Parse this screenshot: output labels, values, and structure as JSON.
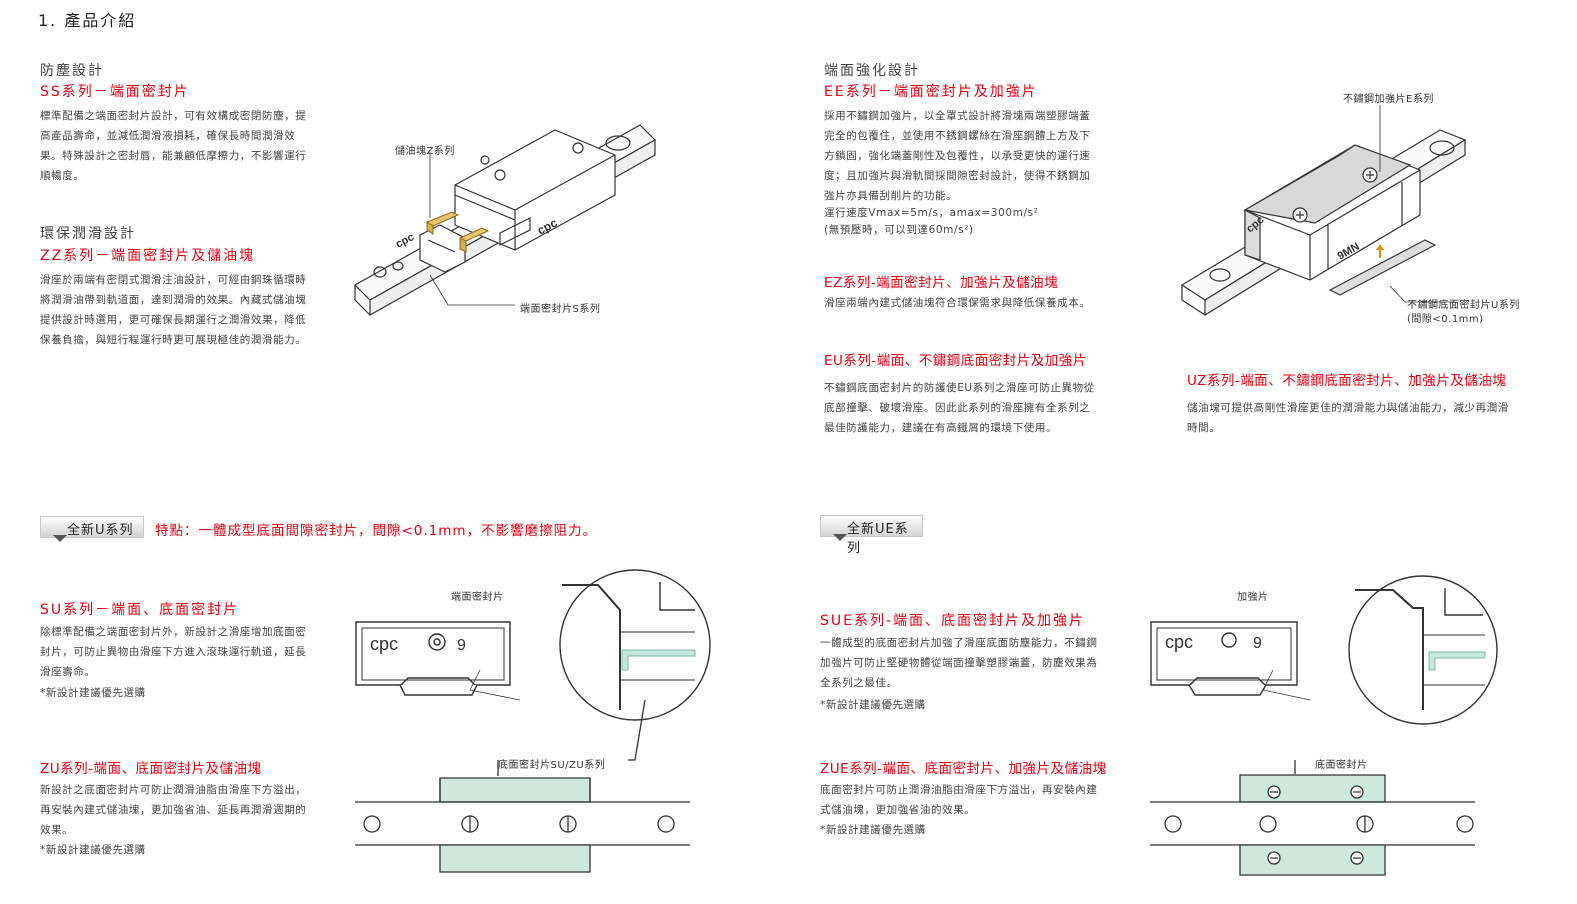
{
  "title": "1. 產品介紹",
  "left_top": {
    "h1": "防塵設計",
    "h1_red": "SS系列－端面密封片",
    "p1": "標準配備之端面密封片設計，可有效構成密閉防塵，提高產品壽命，並減低潤滑液損耗，確保長時間潤滑效果。特殊設計之密封唇，能兼顧低摩擦力，不影響運行順暢度。",
    "h2": "環保潤滑設計",
    "h2_red": "ZZ系列－端面密封片及儲油塊",
    "p2": "滑座於兩端有密閉式潤滑注油設計，可經由鋼珠循環時將潤滑油帶到軌道面，達到潤滑的效果。內藏式儲油塊提供設計時選用，更可確保長期運行之潤滑效果，降低保養負擔，與短行程運行時更可展現極佳的潤滑能力。",
    "cap_z": "儲油塊Z系列",
    "cap_s": "端面密封片S系列"
  },
  "right_top": {
    "h1": "端面強化設計",
    "h1_red": "EE系列－端面密封片及加強片",
    "p1": "採用不鏽鋼加強片，以全罩式設計將滑塊兩端塑膠端蓋完全的包覆住，並使用不銹鋼螺絲在滑座鋼體上方及下方鎖固，強化端蓋剛性及包覆性，以承受更快的運行速度；且加強片與滑軌間採間隙密封設計，使得不銹鋼加強片亦具備刮削片的功能。",
    "speed": "運行速度Vmax=5m/s，amax=300m/s²",
    "speed_note": "(無預壓時，可以到達60m/s²)",
    "h2_red": "EZ系列-端面密封片、加強片及儲油塊",
    "p2": "滑座兩端內建式儲油塊符合環保需求與降低保養成本。",
    "h3_red": "EU系列-端面、不鏽鋼底面密封片及加強片",
    "p3": "不鏽鋼底面密封片的防護使EU系列之滑座可防止異物從底部撞擊、破壞滑座。因此此系列的滑座擁有全系列之最佳防護能力，建議在有高鐵屑的環境下使用。",
    "cap_e": "不鏽鋼加強片E系列",
    "cap_u1": "不鏽鋼底面密封片U系列",
    "cap_u2": "(間隙<0.1mm)",
    "h4_red": "UZ系列-端面、不鏽鋼底面密封片、加強片及儲油塊",
    "p4": "儲油塊可提供高剛性滑座更佳的潤滑能力與儲油能力，減少再潤滑時間。",
    "label_9mn": "9MN"
  },
  "badge_u": "全新U系列",
  "feature_u": "特點：一體成型底面間隙密封片，間隙<0.1mm，不影響磨擦阻力。",
  "badge_ue": "全新UE系列",
  "left_bottom": {
    "h1_red": "SU系列－端面、底面密封片",
    "p1": "除標準配備之端面密封片外，新設計之滑座增加底面密封片，可防止異物由滑座下方進入滾珠運行軌道，延長滑座壽命。",
    "note1": "*新設計建議優先選購",
    "h2_red": "ZU系列-端面、底面密封片及儲油塊",
    "p2": "新設計之底面密封片可防止潤滑油脂由滑座下方溢出，再安裝內建式儲油塊，更加強省油、延長再潤滑週期的效果。",
    "note2": "*新設計建議優先選購",
    "cap_end": "端面密封片",
    "cap_bottom": "底面密封片SU/ZU系列"
  },
  "right_bottom": {
    "h1_red": "SUE系列-端面、底面密封片及加強片",
    "p1": "一體成型的底面密封片加強了滑座底面防塵能力，不鏽鋼加強片可防止堅硬物體從端面撞擊塑膠端蓋，防塵效果為全系列之最佳。",
    "note1": "*新設計建議優先選購",
    "h2_red": "ZUE系列-端面、底面密封片、加強片及儲油塊",
    "p2": "底面密封片可防止潤滑油脂由滑座下方溢出，再安裝內建式儲油塊，更加強省油的效果。",
    "note2": "*新設計建議優先選購",
    "cap_plate": "加強片",
    "cap_bottom": "底面密封片"
  },
  "logo": "cpc",
  "digit": "9",
  "colors": {
    "red": "#e60012",
    "seal_green": "#cfe8de",
    "yellow": "#e6c46b"
  }
}
